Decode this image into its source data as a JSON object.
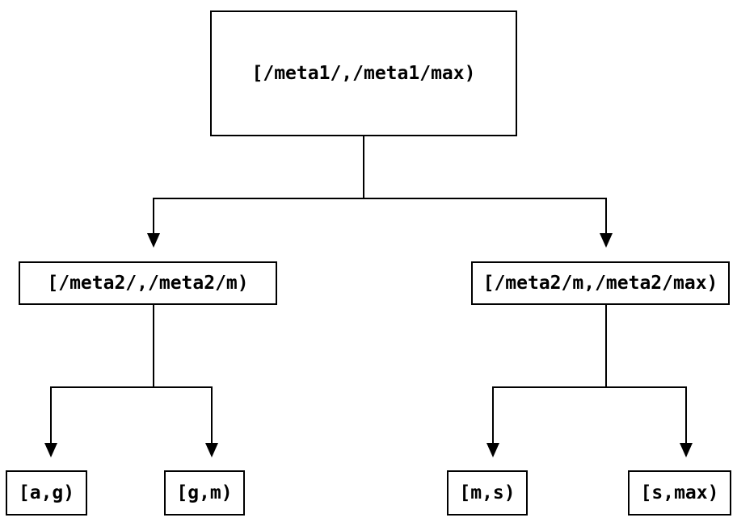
{
  "colors": {
    "background": "#ffffff",
    "line": "#000000",
    "text": "#000000"
  },
  "nodes": {
    "root": {
      "label": "[/meta1/,/meta1/max)"
    },
    "left": {
      "label": "[/meta2/,/meta2/m)"
    },
    "right": {
      "label": "[/meta2/m,/meta2/max)"
    },
    "leaf_ag": {
      "label": "[a,g)"
    },
    "leaf_gm": {
      "label": "[g,m)"
    },
    "leaf_ms": {
      "label": "[m,s)"
    },
    "leaf_smax": {
      "label": "[s,max)"
    }
  },
  "edges": [
    {
      "from": "root",
      "to": "left"
    },
    {
      "from": "root",
      "to": "right"
    },
    {
      "from": "left",
      "to": "leaf_ag"
    },
    {
      "from": "left",
      "to": "leaf_gm"
    },
    {
      "from": "right",
      "to": "leaf_ms"
    },
    {
      "from": "right",
      "to": "leaf_smax"
    }
  ]
}
